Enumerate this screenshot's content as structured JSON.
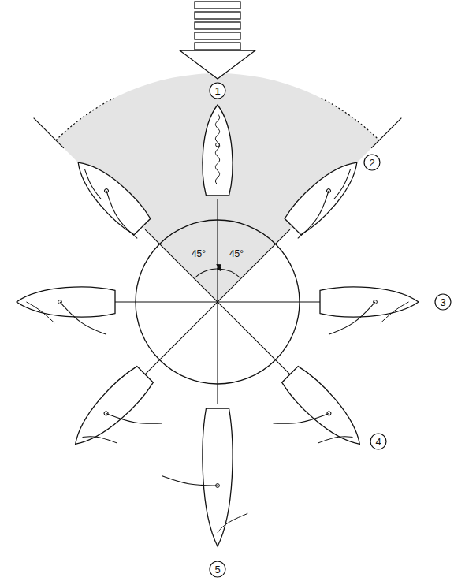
{
  "diagram": {
    "labels": [
      "1",
      "2",
      "3",
      "4",
      "5",
      "45°",
      "45°"
    ]
  }
}
